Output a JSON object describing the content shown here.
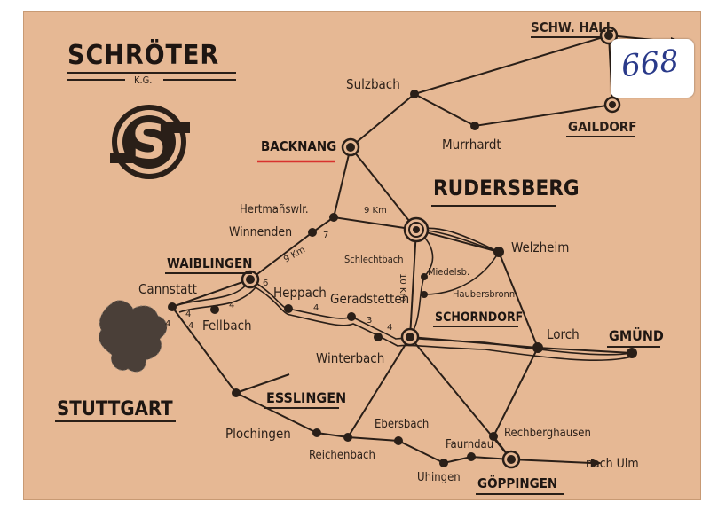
{
  "company": {
    "name": "SCHRÖTER",
    "suffix": "K.G.",
    "logo_letter": "S"
  },
  "annotation": "668",
  "places": {
    "schw_hall": "SCHW. HALL",
    "sulzbach": "Sulzbach",
    "backnang": "BACKNANG",
    "murrhardt": "Murrhardt",
    "gaildorf": "GAILDORF",
    "rudersberg": "RUDERSBERG",
    "hertmanswlr": "Hertmañswlr.",
    "winnenden": "Winnenden",
    "waiblingen": "WAIBLINGEN",
    "schlechtbach": "Schlechtbach",
    "miedelsb": "Miedelsb.",
    "welzheim": "Welzheim",
    "haubersbronn": "Haubersbronn",
    "cannstatt": "Cannstatt",
    "heppach": "Heppach",
    "geradstetten": "Geradstetten",
    "schorndorf": "SCHORNDORF",
    "fellbach": "Fellbach",
    "winterbach": "Winterbach",
    "lorch": "Lorch",
    "gmuend": "GMÜND",
    "stuttgart": "STUTTGART",
    "esslingen": "ESSLINGEN",
    "plochingen": "Plochingen",
    "ebersbach": "Ebersbach",
    "reichenbach": "Reichenbach",
    "faurndau": "Faurndau",
    "rechberghausen": "Rechberghausen",
    "uhingen": "Uhingen",
    "goeppingen": "GÖPPINGEN",
    "nach_ulm": "nach Ulm"
  },
  "distances": {
    "backnang_rudersberg": "9 Km",
    "winnenden_waiblingen": "9 Km",
    "winnenden_hertmanswlr": "7",
    "waiblingen_heppach": "6",
    "heppach_geradstetten": "4",
    "geradstetten_winterbach": "3",
    "winterbach_schorndorf": "4",
    "rudersberg_schorndorf": "10 Km",
    "cannstatt_fellbach_a": "4",
    "cannstatt_fellbach_b": "4",
    "fellbach_waiblingen": "4",
    "stuttgart_cannstatt": "4"
  }
}
